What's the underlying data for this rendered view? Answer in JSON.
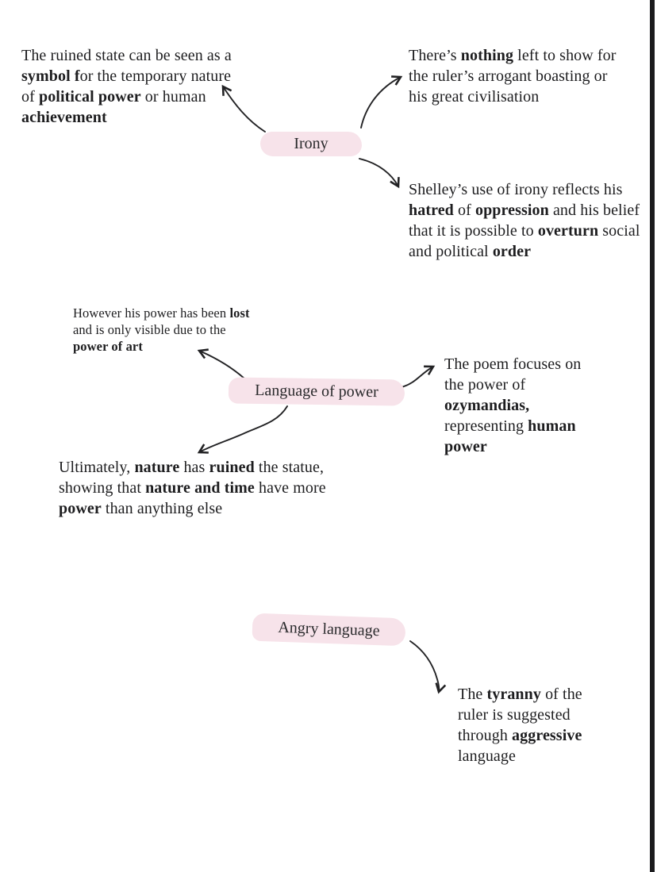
{
  "colors": {
    "highlight": "#f7e3ea",
    "ink": "#1d1d1f",
    "arrow": "#222224",
    "page_edge": "#1b1b1d"
  },
  "nodes": {
    "irony": {
      "label": "Irony"
    },
    "language_of_power": {
      "label": "Language of power"
    },
    "angry_language": {
      "label": "Angry language"
    }
  },
  "notes": {
    "ruined_state": {
      "segments": [
        {
          "t": "The ruined state can be seen as a "
        },
        {
          "t": "symbol f",
          "b": true
        },
        {
          "t": "or the temporary nature of "
        },
        {
          "t": "political power",
          "b": true
        },
        {
          "t": " or human "
        },
        {
          "t": "achievement",
          "b": true
        }
      ]
    },
    "nothing_left": {
      "segments": [
        {
          "t": "There’s "
        },
        {
          "t": "nothing",
          "b": true
        },
        {
          "t": " left to show for the ruler’s arrogant boasting or his great civilisation"
        }
      ]
    },
    "shelley_irony": {
      "segments": [
        {
          "t": "Shelley’s use of irony reflects his "
        },
        {
          "t": "hatred",
          "b": true
        },
        {
          "t": " of "
        },
        {
          "t": "oppression",
          "b": true
        },
        {
          "t": " and his belief that it is possible to "
        },
        {
          "t": "overturn",
          "b": true
        },
        {
          "t": " social and political "
        },
        {
          "t": "order",
          "b": true
        }
      ]
    },
    "power_lost": {
      "segments": [
        {
          "t": "However his power has been "
        },
        {
          "t": "lost",
          "b": true
        },
        {
          "t": " and is only visible due to the "
        },
        {
          "t": "power of art",
          "b": true
        }
      ]
    },
    "poem_focus": {
      "segments": [
        {
          "t": "The poem focuses on the power of "
        },
        {
          "t": "ozymandias,",
          "b": true
        },
        {
          "t": " representing "
        },
        {
          "t": "human power",
          "b": true
        }
      ]
    },
    "nature_ruined": {
      "segments": [
        {
          "t": "Ultimately, "
        },
        {
          "t": "nature",
          "b": true
        },
        {
          "t": " has "
        },
        {
          "t": "ruined",
          "b": true
        },
        {
          "t": " the statue, showing that "
        },
        {
          "t": "nature and time",
          "b": true
        },
        {
          "t": " have more "
        },
        {
          "t": "power",
          "b": true
        },
        {
          "t": " than anything else"
        }
      ]
    },
    "tyranny": {
      "segments": [
        {
          "t": "The "
        },
        {
          "t": "tyranny",
          "b": true
        },
        {
          "t": " of the ruler is suggested through "
        },
        {
          "t": "aggressive",
          "b": true
        },
        {
          "t": " language"
        }
      ]
    }
  }
}
